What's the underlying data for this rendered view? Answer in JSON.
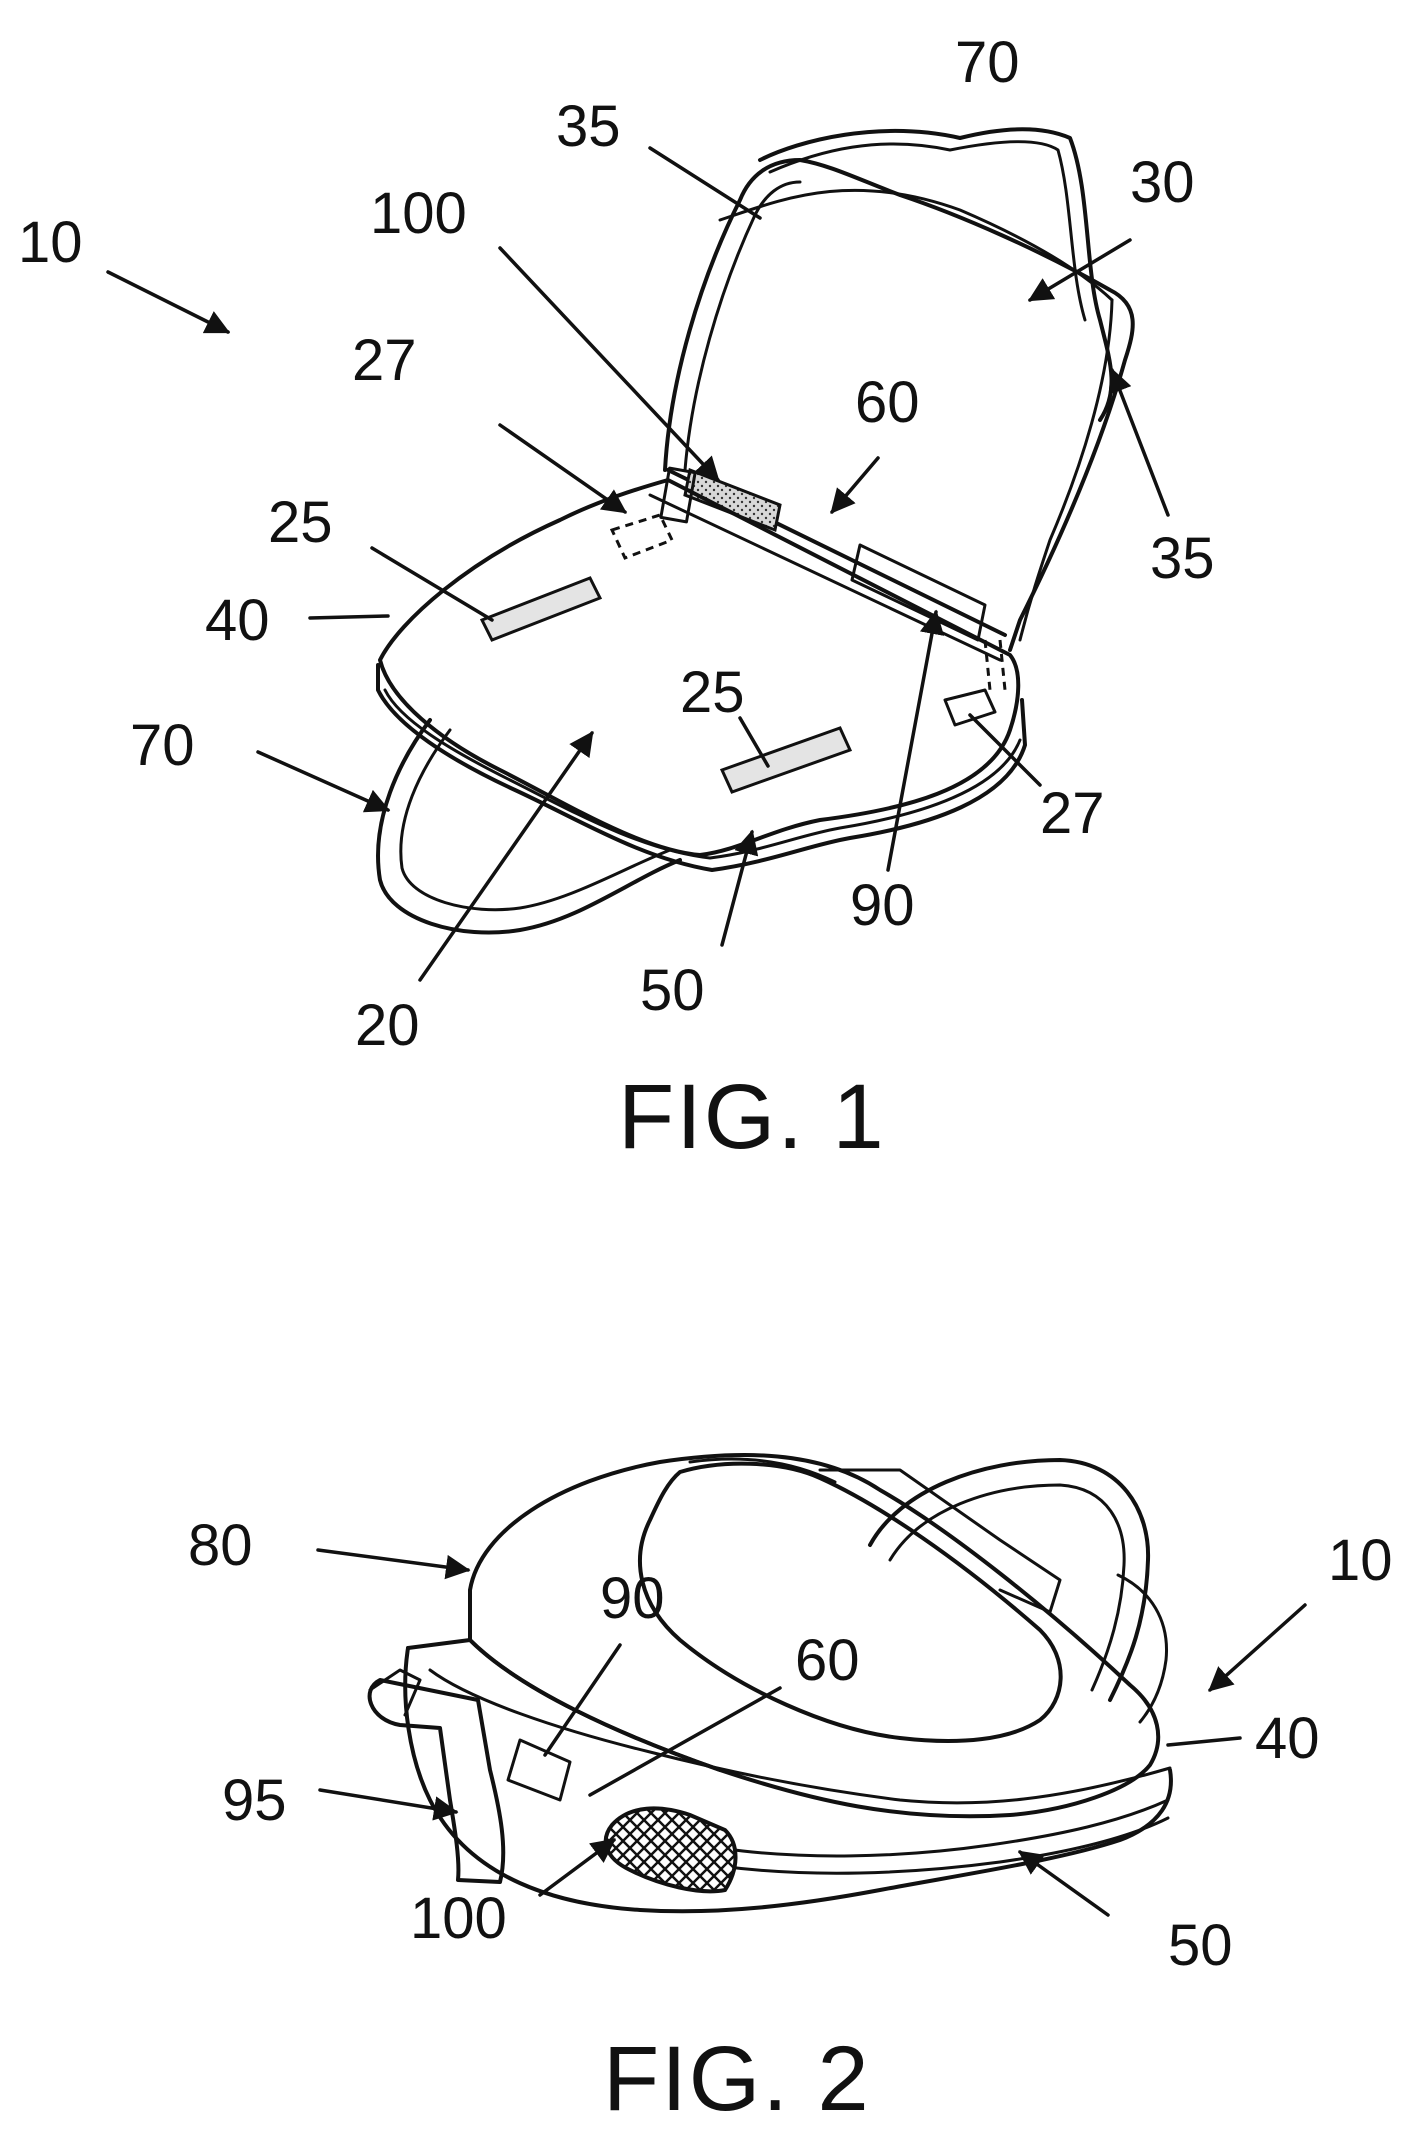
{
  "figures": [
    {
      "caption": "FIG. 1",
      "labels": {
        "ref_10": "10",
        "ref_20": "20",
        "ref_25_left": "25",
        "ref_25_front": "25",
        "ref_27_left": "27",
        "ref_27_right": "27",
        "ref_30": "30",
        "ref_35_top": "35",
        "ref_35_right": "35",
        "ref_40": "40",
        "ref_50": "50",
        "ref_60": "60",
        "ref_70_top": "70",
        "ref_70_left": "70",
        "ref_90": "90",
        "ref_100": "100"
      }
    },
    {
      "caption": "FIG. 2",
      "labels": {
        "ref_10": "10",
        "ref_40": "40",
        "ref_50": "50",
        "ref_60": "60",
        "ref_80": "80",
        "ref_90": "90",
        "ref_95": "95",
        "ref_100": "100"
      }
    }
  ]
}
